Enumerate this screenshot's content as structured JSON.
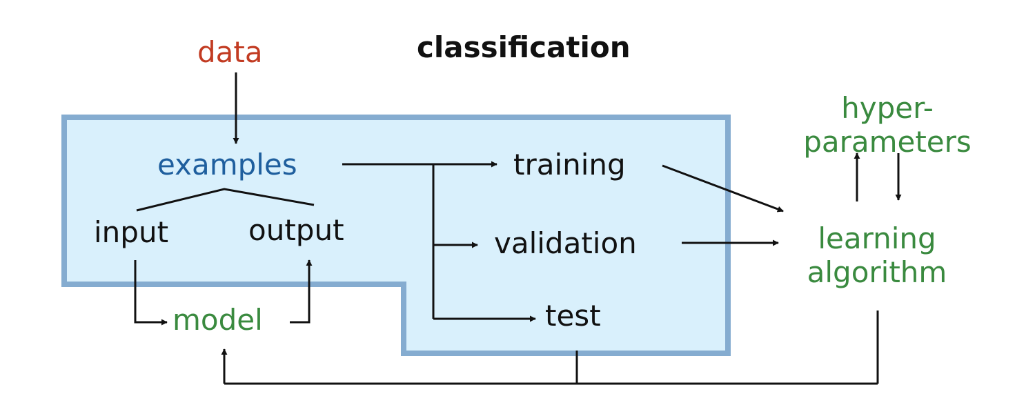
{
  "title": "classification",
  "colors": {
    "red": "#c23b22",
    "blue": "#1f5f9e",
    "green": "#3a8a3f",
    "black": "#111111",
    "region_fill": "#d9f0fc",
    "region_stroke": "#85acd0"
  },
  "nodes": {
    "data": "data",
    "examples": "examples",
    "input": "input",
    "output": "output",
    "model": "model",
    "training": "training",
    "validation": "validation",
    "test": "test",
    "hyperparameters": [
      "hyper-",
      "parameters"
    ],
    "learning_algorithm": [
      "learning",
      "algorithm"
    ]
  }
}
